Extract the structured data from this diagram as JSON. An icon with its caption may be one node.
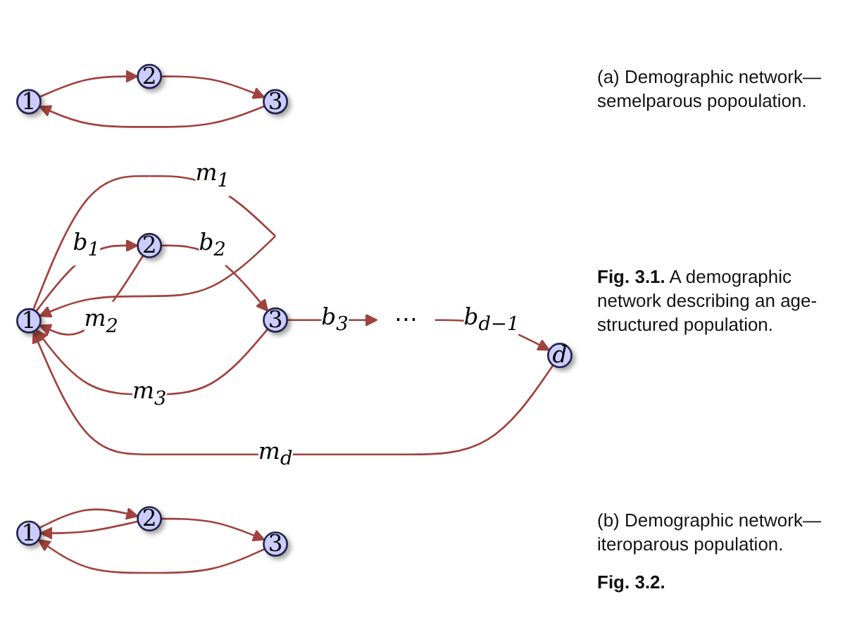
{
  "diagram": {
    "nodes": [
      {
        "text": [
          "1"
        ]
      },
      {
        "text": [
          "2"
        ]
      },
      {
        "text": [
          "3"
        ]
      },
      {
        "text": [
          "⋯"
        ]
      },
      {
        "text": [
          "d"
        ]
      },
      {
        "text": [
          "1"
        ]
      },
      {
        "text": [
          "2"
        ]
      },
      {
        "text": [
          "3"
        ]
      },
      {
        "text": [
          "1"
        ]
      },
      {
        "text": [
          "2"
        ]
      },
      {
        "text": [
          "3"
        ]
      }
    ],
    "edges": [
      {
        "from": 4,
        "to": 0,
        "arrow": "to",
        "label": "m$_{d}$"
      },
      {
        "from": 2,
        "to": 0,
        "arrow": "to",
        "label": "m$_{3}$"
      },
      {
        "from": 1,
        "to": 0,
        "arrow": "to",
        "label": "m$_{2}$"
      },
      {
        "from": 0,
        "to": 0,
        "arrow": "to",
        "label": "m$_{1}$"
      },
      {
        "from": 0,
        "to": 1,
        "arrow": "to",
        "label": "b$_{1}$"
      },
      {
        "from": 1,
        "to": 2,
        "arrow": "to",
        "label": "b$_{2}$"
      },
      {
        "from": 2,
        "to": 3,
        "arrow": "to",
        "label": "b$_{3}$"
      },
      {
        "from": 3,
        "to": 4,
        "arrow": "to",
        "label": "b$_{d−1}$"
      },
      {
        "from": 7,
        "to": 5,
        "arrow": "to"
      },
      {
        "from": 5,
        "to": 6,
        "arrow": "to"
      },
      {
        "from": 6,
        "to": 7,
        "arrow": "to"
      },
      {
        "from": 10,
        "to": 8,
        "arrow": "to"
      },
      {
        "from": 9,
        "to": 8,
        "arrow": "to"
      },
      {
        "from": 8,
        "to": 9,
        "arrow": "to"
      },
      {
        "from": 9,
        "to": 10,
        "arrow": "to"
      }
    ],
    "labels": [
      "**Fig. 3.1.** A demographic network describing an age-structured population.",
      "(a) Demographic network—semelparous popoulation.",
      "(b) Demographic network—iteroparous population.",
      "Fig. 3.2."
    ]
  }
}
